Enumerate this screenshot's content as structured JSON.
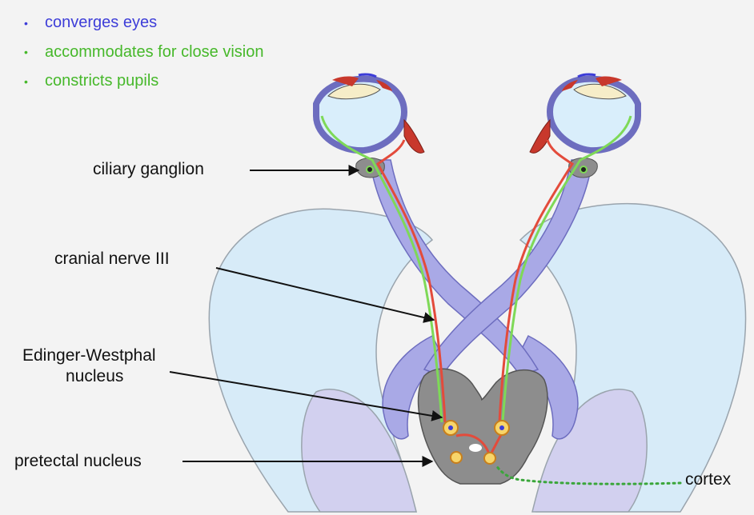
{
  "legend": [
    {
      "text": "converges eyes",
      "color": "#3d3dd8"
    },
    {
      "text": "accommodates for close vision",
      "color": "#46b82a"
    },
    {
      "text": "constricts pupils",
      "color": "#46b82a"
    }
  ],
  "labels": {
    "ciliary_ganglion": "ciliary ganglion",
    "cranial_nerve": "cranial nerve III",
    "edinger_line1": "Edinger-Westphal",
    "edinger_line2": "nucleus",
    "pretectal": "pretectal nucleus",
    "cortex": "cortex"
  },
  "colors": {
    "background": "#f3f3f3",
    "brain_lobe": "#d7ebf8",
    "brain_outline": "#9aa4ad",
    "thalamus": "#d2d0ef",
    "nerve_fill": "#a9a9e6",
    "nerve_outline": "#6d6dbf",
    "nucleus_gray": "#8d8d8d",
    "green_path": "#7ed957",
    "red_path": "#e34b3b",
    "cortex_dots": "#3aa63a",
    "eye_fill": "#d9eefb",
    "muscle": "#c8382c"
  }
}
